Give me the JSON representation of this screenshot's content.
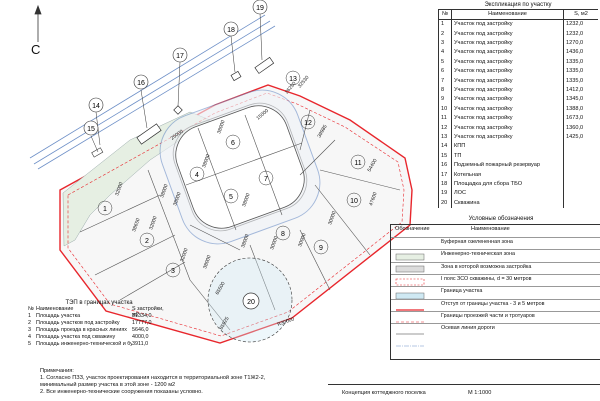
{
  "north_label": "С",
  "explication": {
    "title": "Экспликация по участку",
    "headers": [
      "№",
      "Наименование",
      "S, м2"
    ],
    "rows": [
      {
        "n": "1",
        "name": "Участок под застройку",
        "area": "1232,0"
      },
      {
        "n": "2",
        "name": "Участок под застройку",
        "area": "1232,0"
      },
      {
        "n": "3",
        "name": "Участок под застройку",
        "area": "1270,0"
      },
      {
        "n": "4",
        "name": "Участок под застройку",
        "area": "1436,0"
      },
      {
        "n": "5",
        "name": "Участок под застройку",
        "area": "1335,0"
      },
      {
        "n": "6",
        "name": "Участок под застройку",
        "area": "1335,0"
      },
      {
        "n": "7",
        "name": "Участок под застройку",
        "area": "1335,0"
      },
      {
        "n": "8",
        "name": "Участок под застройку",
        "area": "1412,0"
      },
      {
        "n": "9",
        "name": "Участок под застройку",
        "area": "1345,0"
      },
      {
        "n": "10",
        "name": "Участок под застройку",
        "area": "1388,0"
      },
      {
        "n": "11",
        "name": "Участок под застройку",
        "area": "1673,0"
      },
      {
        "n": "12",
        "name": "Участок под застройку",
        "area": "1360,0"
      },
      {
        "n": "13",
        "name": "Участок под застройку",
        "area": "1425,0"
      },
      {
        "n": "14",
        "name": "КПП",
        "area": ""
      },
      {
        "n": "15",
        "name": "ТП",
        "area": ""
      },
      {
        "n": "16",
        "name": "Подземный пожарный резервуар",
        "area": ""
      },
      {
        "n": "17",
        "name": "Котельная",
        "area": ""
      },
      {
        "n": "18",
        "name": "Площадка для сбора ТБО",
        "area": ""
      },
      {
        "n": "19",
        "name": "ЛОС",
        "area": ""
      },
      {
        "n": "20",
        "name": "Скважина",
        "area": ""
      }
    ]
  },
  "legend": {
    "title": "Условные обозначения",
    "col_symbol": "Обозначение",
    "col_name": "Наименование",
    "items": [
      {
        "label": "Буферная озелененная зона"
      },
      {
        "label": "Инженерно-техническая зона"
      },
      {
        "label": "Зона в которой возможна застройка"
      },
      {
        "label": "I пояс ЗСО скважины, d = 30 метров"
      },
      {
        "label": "Граница участка"
      },
      {
        "label": "Отступ от границы участка - 3 и 5 метров"
      },
      {
        "label": "Границы проезжей части и тротуаров"
      },
      {
        "label": "Осевая линия дороги"
      }
    ],
    "colors": {
      "buffer": "#e6efe3",
      "engineering": "#dcdcdc",
      "boundary": "#e8262c",
      "zso": "#cfe9f3"
    }
  },
  "tep": {
    "title": "ТЭП в границах участка",
    "headers": [
      "№",
      "Наименование",
      "S застройки, м2"
    ],
    "rows": [
      {
        "n": "1",
        "name": "Площадь участка",
        "value": "31334,0"
      },
      {
        "n": "2",
        "name": "Площадь участков под застройку",
        "value": "17777,0"
      },
      {
        "n": "3",
        "name": "Площадь проезда в красных линиях",
        "value": "5646,0"
      },
      {
        "n": "4",
        "name": "Площадь участка под скважину",
        "value": "4000,0"
      },
      {
        "n": "5",
        "name": "Площадь инженерно-технической и буферной зон",
        "value": "3911,0"
      }
    ]
  },
  "notes": {
    "title": "Примечания:",
    "lines": [
      "1.   Согласно ПЗЗ, участок проектирования  находится в территориальной зоне Т1Ж2-2,",
      "      минимальный размер участка в этой зоне - 1200 м2",
      "2.   Все инженерно-технические сооружения показаны условно."
    ]
  },
  "stamp": {
    "title": "Концепция коттеджного поселка",
    "scale": "М 1:1000"
  },
  "plot_labels": [
    {
      "id": "1",
      "text": "1"
    },
    {
      "id": "2",
      "text": "2"
    },
    {
      "id": "3",
      "text": "3"
    },
    {
      "id": "4",
      "text": "4"
    },
    {
      "id": "5",
      "text": "5"
    },
    {
      "id": "6",
      "text": "6"
    },
    {
      "id": "7",
      "text": "7"
    },
    {
      "id": "8",
      "text": "8"
    },
    {
      "id": "9",
      "text": "9"
    },
    {
      "id": "10",
      "text": "10"
    },
    {
      "id": "11",
      "text": "11"
    },
    {
      "id": "12",
      "text": "12"
    },
    {
      "id": "13",
      "text": "13"
    }
  ],
  "callouts": [
    "14",
    "15",
    "16",
    "17",
    "18",
    "19",
    "20"
  ],
  "dimensions": [
    "32000",
    "38650",
    "32000",
    "32000",
    "38000",
    "38000",
    "38000",
    "38000",
    "38000",
    "30000",
    "30000",
    "30000",
    "38000",
    "38000",
    "47600",
    "54400",
    "39985",
    "25000",
    "15000",
    "26250",
    "32530",
    "65500",
    "65925",
    "R30000"
  ]
}
